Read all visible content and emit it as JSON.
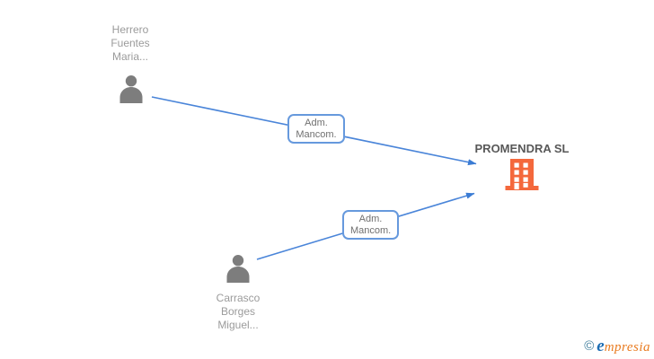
{
  "diagram": {
    "background_color": "#ffffff",
    "edge_color": "#4a85d9",
    "edge_label_border_color": "#6699dd",
    "nodes": {
      "person1": {
        "type": "person",
        "icon": "person-icon",
        "icon_color": "#7d7d7d",
        "name_lines": [
          "Herrero",
          "Fuentes",
          "Maria..."
        ]
      },
      "person2": {
        "type": "person",
        "icon": "person-icon",
        "icon_color": "#7d7d7d",
        "name_lines": [
          "Carrasco",
          "Borges",
          "Miguel..."
        ]
      },
      "company": {
        "type": "company",
        "icon": "building-icon",
        "icon_color": "#f4683c",
        "name": "PROMENDRA SL"
      }
    },
    "edges": [
      {
        "from": "person1",
        "to": "company",
        "label_line1": "Adm.",
        "label_line2": "Mancom."
      },
      {
        "from": "person2",
        "to": "company",
        "label_line1": "Adm.",
        "label_line2": "Mancom."
      }
    ]
  },
  "footer": {
    "copyright_symbol": "©",
    "logo_first_letter": "e",
    "logo_rest": "mpresia"
  }
}
